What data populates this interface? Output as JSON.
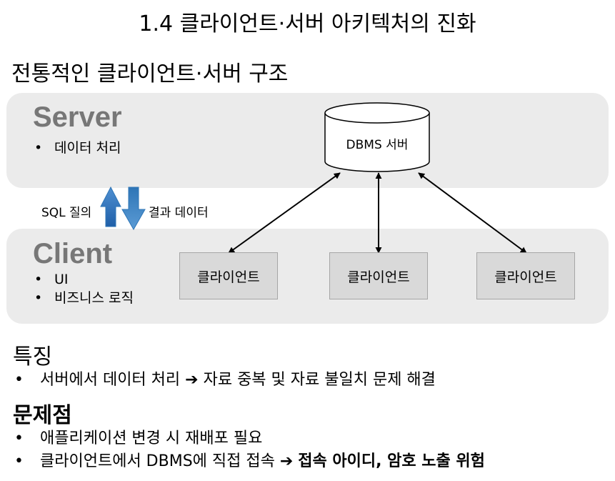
{
  "title": "1.4 클라이언트·서버 아키텍처의 진화",
  "subtitle": "전통적인 클라이언트·서버 구조",
  "server_panel": {
    "label": "Server",
    "bullets": [
      "데이터 처리"
    ],
    "db_label": "DBMS 서버"
  },
  "client_panel": {
    "label": "Client",
    "bullets": [
      "UI",
      "비즈니스 로직"
    ],
    "clients": [
      "클라이언트",
      "클라이언트",
      "클라이언트"
    ]
  },
  "sql_arrows": {
    "up_label": "SQL 질의",
    "down_label": "결과 데이터",
    "color": "#2e75b6"
  },
  "features": {
    "heading": "특징",
    "items": [
      {
        "text": "서버에서 데이터 처리",
        "arrow": "➔",
        "result": "자료 중복 및 자료 불일치 문제 해결"
      }
    ]
  },
  "problems": {
    "heading": "문제점",
    "items": [
      {
        "text": "애플리케이션 변경 시 재배포 필요"
      },
      {
        "text": "클라이언트에서 DBMS에 직접 접속",
        "arrow": "➔",
        "result": "접속 아이디, 암호 노출 위험"
      }
    ]
  }
}
